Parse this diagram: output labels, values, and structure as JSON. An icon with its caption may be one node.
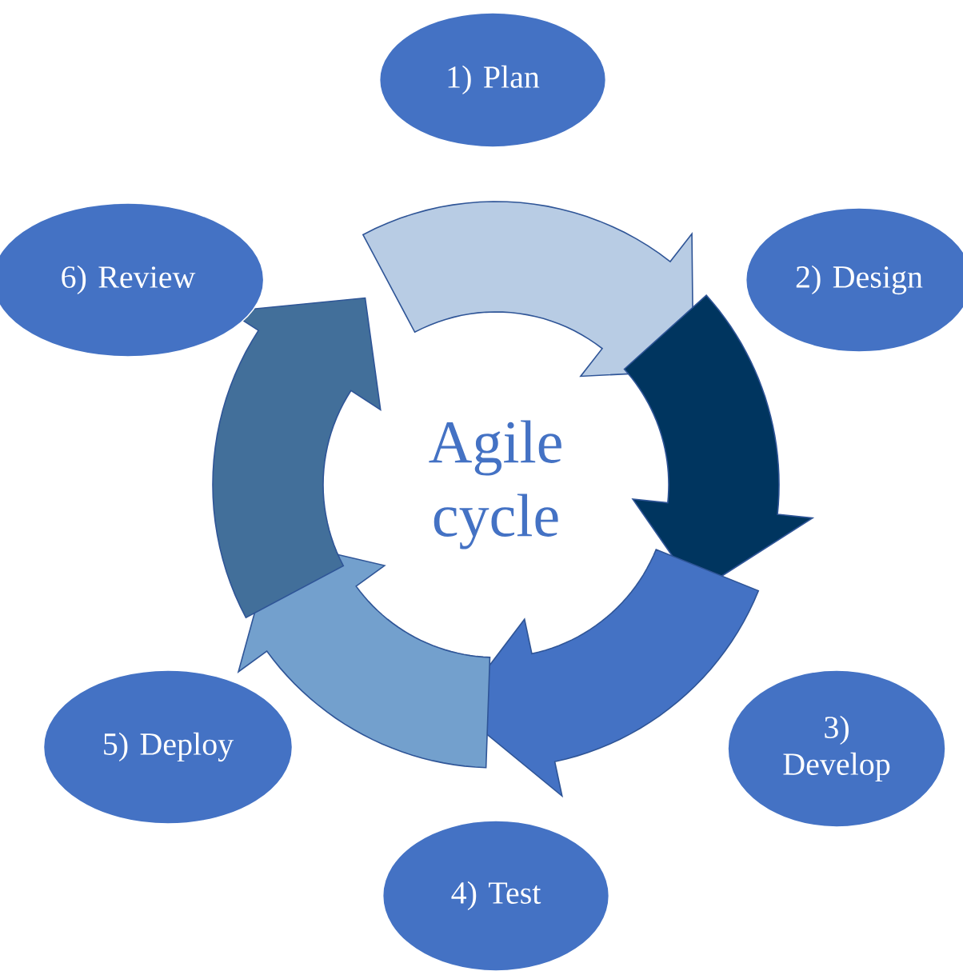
{
  "diagram": {
    "nodes": [
      {
        "text": [
          "1) Plan"
        ]
      },
      {
        "text": [
          "2) Design"
        ]
      },
      {
        "text": [
          "3) Develop"
        ]
      },
      {
        "text": [
          "4) Test"
        ]
      },
      {
        "text": [
          "5) Deploy"
        ]
      },
      {
        "text": [
          "6) Review"
        ]
      }
    ],
    "labels": [
      "Agile cycle"
    ]
  }
}
